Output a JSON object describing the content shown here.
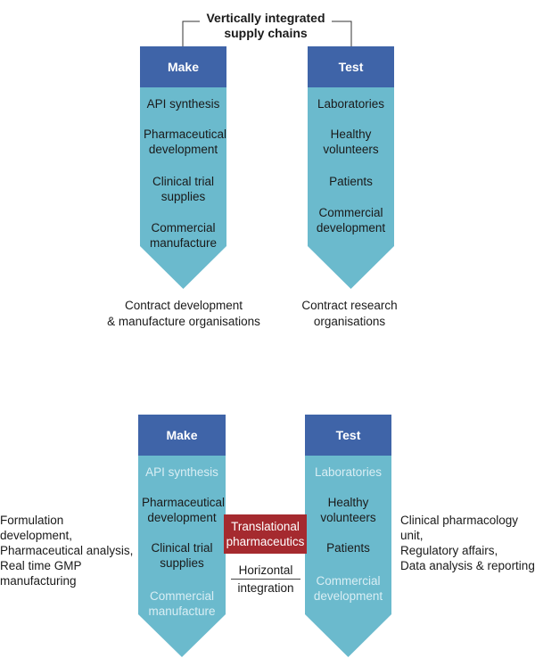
{
  "top": {
    "title_line1": "Vertically integrated",
    "title_line2": "supply chains",
    "make": {
      "header": "Make",
      "items": [
        "API synthesis",
        "Pharmaceutical development",
        "Clinical trial supplies",
        "Commercial manufacture"
      ]
    },
    "test": {
      "header": "Test",
      "items": [
        "Laboratories",
        "Healthy volunteers",
        "Patients",
        "Commercial development"
      ]
    },
    "make_caption_line1": "Contract development",
    "make_caption_line2": "& manufacture organisations",
    "test_caption_line1": "Contract research",
    "test_caption_line2": "organisations"
  },
  "bottom": {
    "make": {
      "header": "Make",
      "items": [
        "API synthesis",
        "Pharmaceutical development",
        "Clinical trial supplies",
        "Commercial manufacture"
      ]
    },
    "test": {
      "header": "Test",
      "items": [
        "Laboratories",
        "Healthy volunteers",
        "Patients",
        "Commercial development"
      ]
    },
    "left_note": [
      "Formulation development,",
      "Pharmaceutical analysis,",
      "Real time GMP",
      "manufacturing"
    ],
    "right_note": [
      "Clinical pharmacology unit,",
      "Regulatory affairs,",
      "Data analysis & reporting"
    ],
    "bridge_line1": "Translational",
    "bridge_line2": "pharmaceutics",
    "horizontal_line1": "Horizontal",
    "horizontal_line2": "integration"
  },
  "colors": {
    "header_blue": "#3f64a8",
    "body_teal": "#6bbacd",
    "bridge_red": "#a52a2f"
  }
}
